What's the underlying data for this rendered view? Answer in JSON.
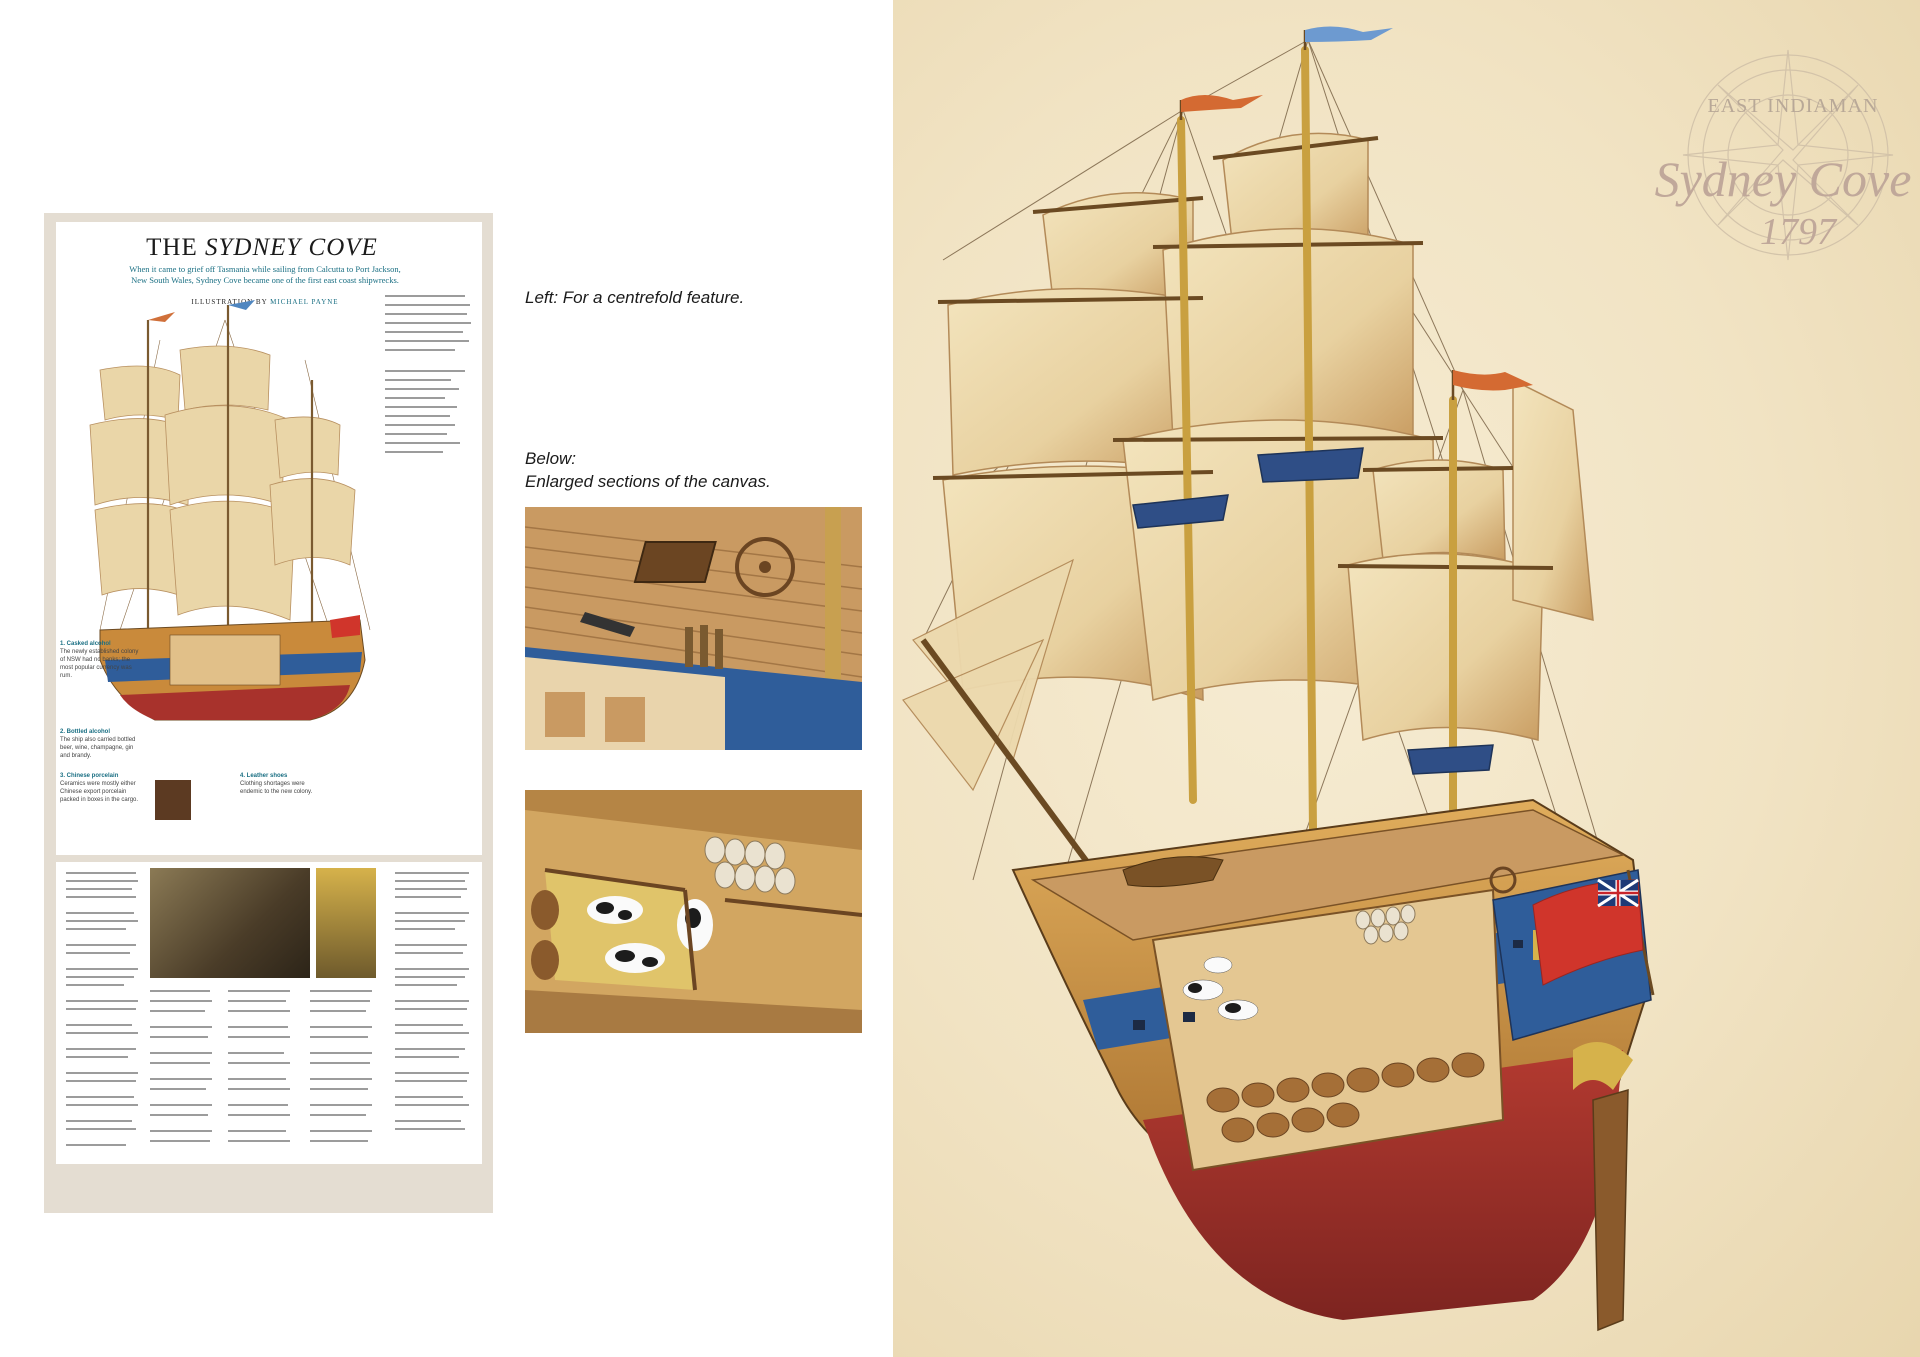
{
  "magazine": {
    "title_prefix": "THE",
    "title_italic": "SYDNEY COVE",
    "standfirst_1": "When it came to grief off Tasmania while sailing from Calcutta to Port Jackson,",
    "standfirst_2": "New South Wales, Sydney Cove became one of the first east coast shipwrecks.",
    "credit_prefix": "ILLUSTRATION BY",
    "credit_name": "MICHAEL PAYNE",
    "captions": [
      {
        "head": "1. Casked alcohol",
        "text": "The newly established colony of NSW had no banks; the most popular currency was rum."
      },
      {
        "head": "2. Bottled alcohol",
        "text": "The ship also carried bottled beer, wine, champagne, gin and brandy."
      },
      {
        "head": "3. Chinese porcelain",
        "text": "Ceramics were mostly either Chinese export porcelain packed in boxes in the cargo."
      },
      {
        "head": "4. Leather shoes",
        "text": "Clothing shortages were endemic to the new colony."
      }
    ]
  },
  "notes": {
    "left": "Left: For a centrefold feature.",
    "below_1": "Below:",
    "below_2": "Enlarged sections of the canvas."
  },
  "watermark": {
    "line1": "EAST INDIAMAN",
    "line2": "Sydney Cove",
    "line3": "1797"
  },
  "colors": {
    "sail": "#ecd9ad",
    "sail_shadow": "#c9a26a",
    "hull_wood": "#c98a3b",
    "hull_blue": "#2f5d9a",
    "hull_red": "#a8322c",
    "flag_red": "#d0352b",
    "teal": "#1a6f83",
    "parchment": "#f3e6c8"
  }
}
